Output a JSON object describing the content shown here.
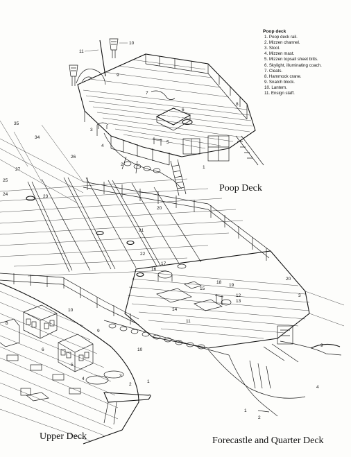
{
  "sections": {
    "poop": "Poop Deck",
    "upper": "Upper Deck",
    "forecastle": "Forecastle and Quarter Deck"
  },
  "legend": {
    "title": "Poop deck",
    "items": [
      "1. Poop deck rail.",
      "2. Mizzen channel.",
      "3. Stool.",
      "4. Mizzen mast.",
      "5. Mizzen topsail sheet bitts.",
      "6. Skylight, illuminating coach.",
      "7. Cleats.",
      "8. Hammock crane.",
      "9. Snatch block.",
      "10. Lantern.",
      "11. Ensign staff."
    ]
  },
  "callouts": {
    "poop": [
      "11",
      "10",
      "9",
      "7",
      "6",
      "5",
      "4",
      "3",
      "2",
      "8",
      "1"
    ],
    "quarter": [
      "35",
      "34",
      "26",
      "27",
      "25",
      "24",
      "23",
      "20",
      "21",
      "22",
      "17",
      "16",
      "15",
      "18",
      "19",
      "20",
      "13",
      "12",
      "14",
      "11",
      "10",
      "9",
      "3",
      "4",
      "2",
      "1"
    ],
    "upper": [
      "10",
      "9",
      "8",
      "6",
      "5",
      "4",
      "3",
      "2",
      "1"
    ]
  }
}
